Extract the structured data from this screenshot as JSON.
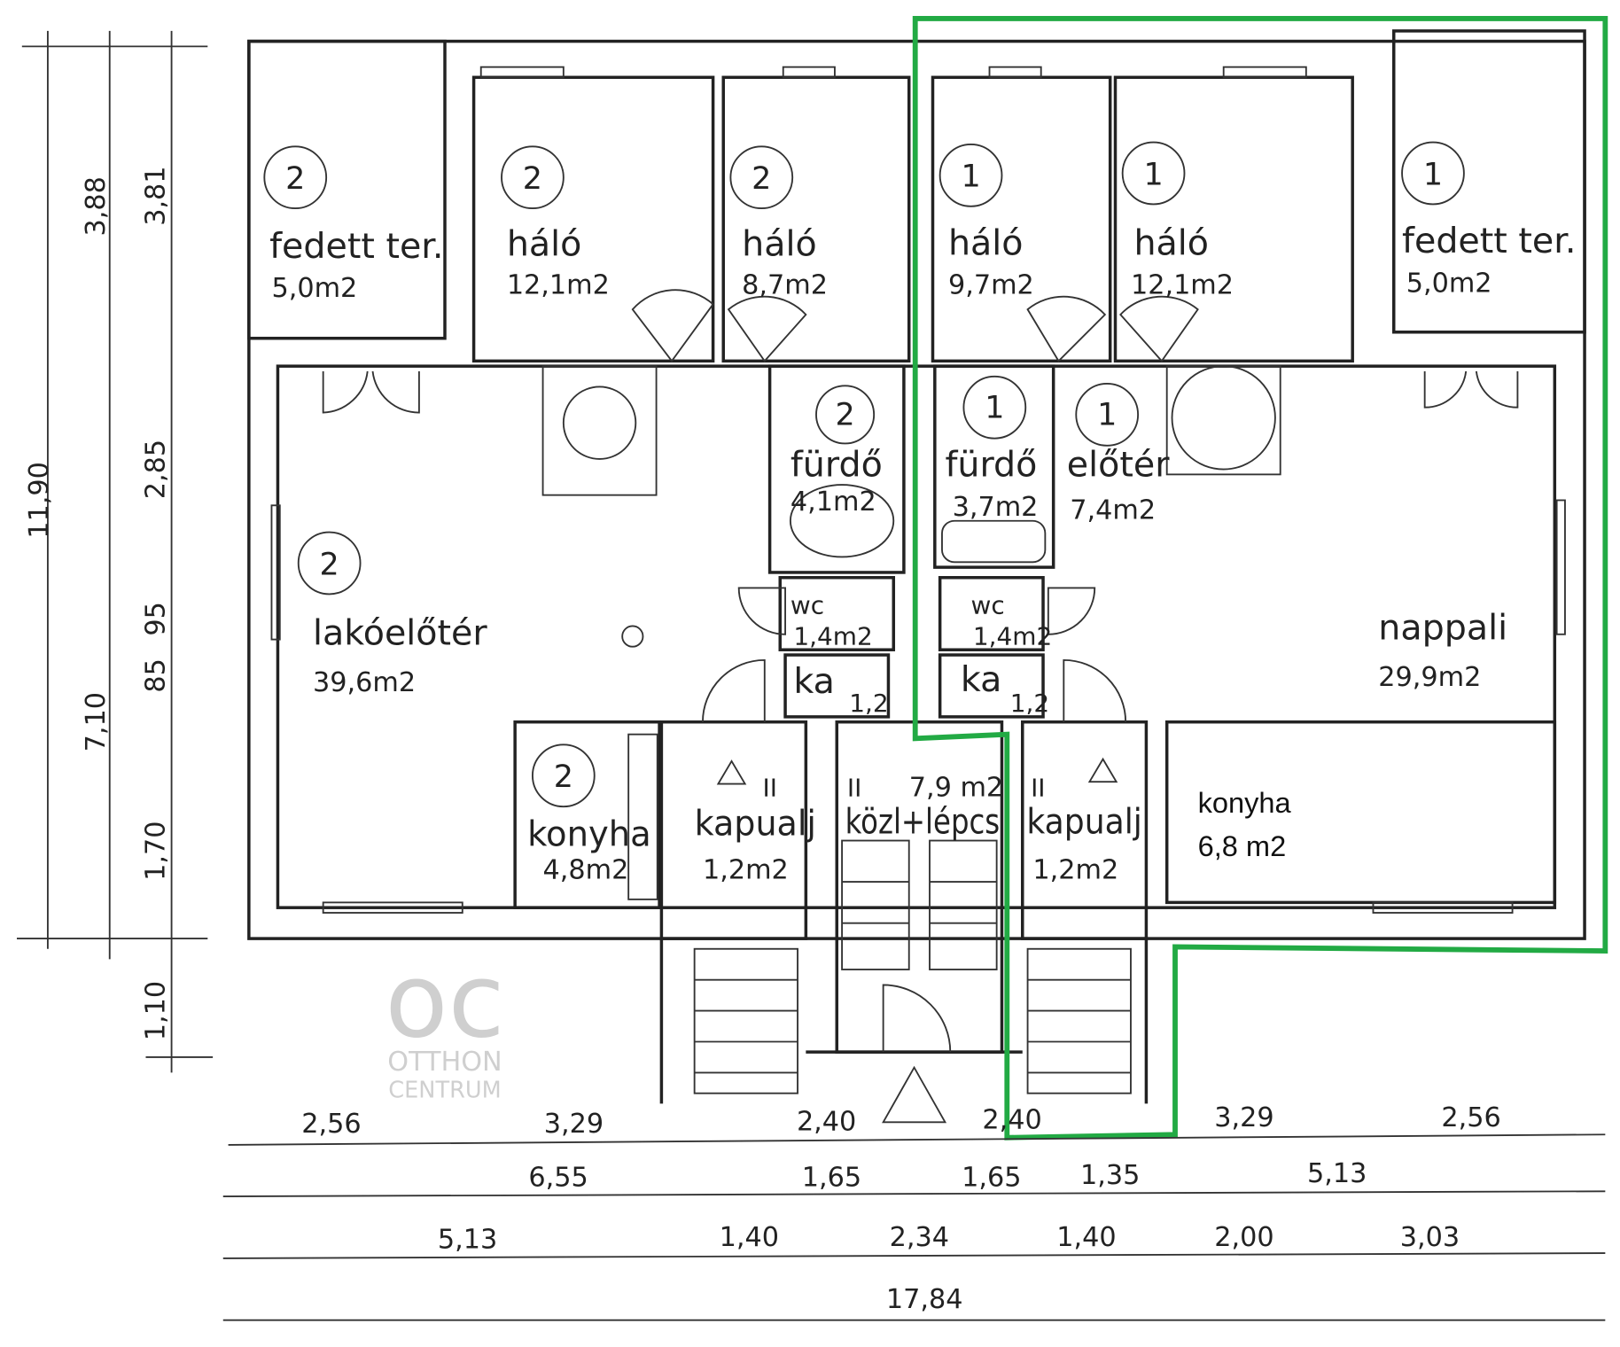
{
  "rooms": {
    "fedett_ter_2": {
      "num": "2",
      "name": "fedett ter.",
      "area": "5,0m2"
    },
    "halo_2a": {
      "num": "2",
      "name": "háló",
      "area": "12,1m2"
    },
    "halo_2b": {
      "num": "2",
      "name": "háló",
      "area": "8,7m2"
    },
    "halo_1a": {
      "num": "1",
      "name": "háló",
      "area": "9,7m2"
    },
    "halo_1b": {
      "num": "1",
      "name": "háló",
      "area": "12,1m2"
    },
    "fedett_ter_1": {
      "num": "1",
      "name": "fedett ter.",
      "area": "5,0m2"
    },
    "furdo_2": {
      "num": "2",
      "name": "fürdő",
      "area": "4,1m2"
    },
    "furdo_1": {
      "num": "1",
      "name": "fürdő",
      "area": "3,7m2"
    },
    "eloter_1": {
      "num": "1",
      "name": "előtér",
      "area": "7,4m2"
    },
    "lakoeloter_2": {
      "num": "2",
      "name": "lakóelőtér",
      "area": "39,6m2"
    },
    "wc_2": {
      "name": "wc",
      "area": "1,4m2"
    },
    "wc_1": {
      "name": "wc",
      "area": "1,4m2"
    },
    "ka_2": {
      "name": "ka",
      "area": "1,2"
    },
    "ka_1": {
      "name": "ka",
      "area": "1,2"
    },
    "konyha_2": {
      "num": "2",
      "name": "konyha",
      "area": "4,8m2"
    },
    "kapualj_left": {
      "mark": "II",
      "name": "kapualj",
      "area": "1,2m2"
    },
    "kozl_lepcso": {
      "mark": "II",
      "name": "közl+lépcs",
      "area": "7,9 m2"
    },
    "kapualj_right": {
      "mark": "II",
      "name": "kapualj",
      "area": "1,2m2"
    },
    "nappali": {
      "name": "nappali",
      "area": "29,9m2"
    }
  },
  "annotation": {
    "name": "konyha",
    "area": "6,8 m2",
    "outline_color": "#22aa44"
  },
  "watermark": {
    "logo": "oc",
    "line1": "OTTHON",
    "line2": "CENTRUM"
  },
  "dimensions": {
    "vertical": [
      "11,90",
      "3,88",
      "7,10",
      "3,81",
      "2,85",
      "95",
      "85",
      "1,70",
      "1,10"
    ],
    "row1": [
      "2,56",
      "3,29",
      "2,40",
      "2,40",
      "3,29",
      "2,56"
    ],
    "row2": [
      "6,55",
      "1,65",
      "1,65",
      "1,35",
      "5,13"
    ],
    "row3": [
      "5,13",
      "1,40",
      "2,34",
      "1,40",
      "2,00",
      "3,03"
    ],
    "total": "17,84"
  }
}
